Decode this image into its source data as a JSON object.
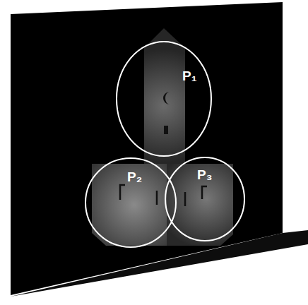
{
  "diagram": {
    "nodes": [
      {
        "text": [
          "P₁"
        ]
      },
      {
        "text": [
          "P₂"
        ]
      },
      {
        "text": [
          "P₃"
        ]
      }
    ]
  }
}
